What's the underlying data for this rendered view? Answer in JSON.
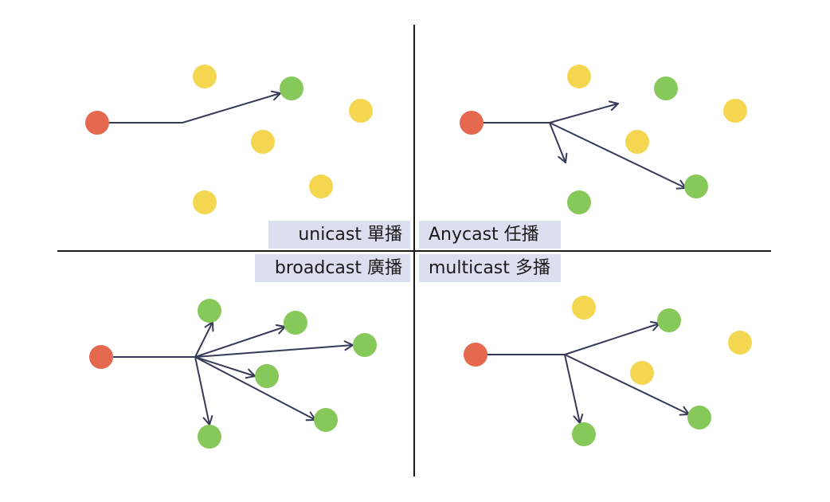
{
  "colors": {
    "source": "#e5694f",
    "receiver": "#86c95a",
    "idle": "#f5d651",
    "arrow": "#363a59",
    "divider": "#1a1a1a",
    "label_bg": "#dcdff0"
  },
  "labels": {
    "unicast": "unicast 單播",
    "anycast": "Anycast 任播",
    "broadcast": "broadcast 廣播",
    "multicast": "multicast 多播"
  }
}
